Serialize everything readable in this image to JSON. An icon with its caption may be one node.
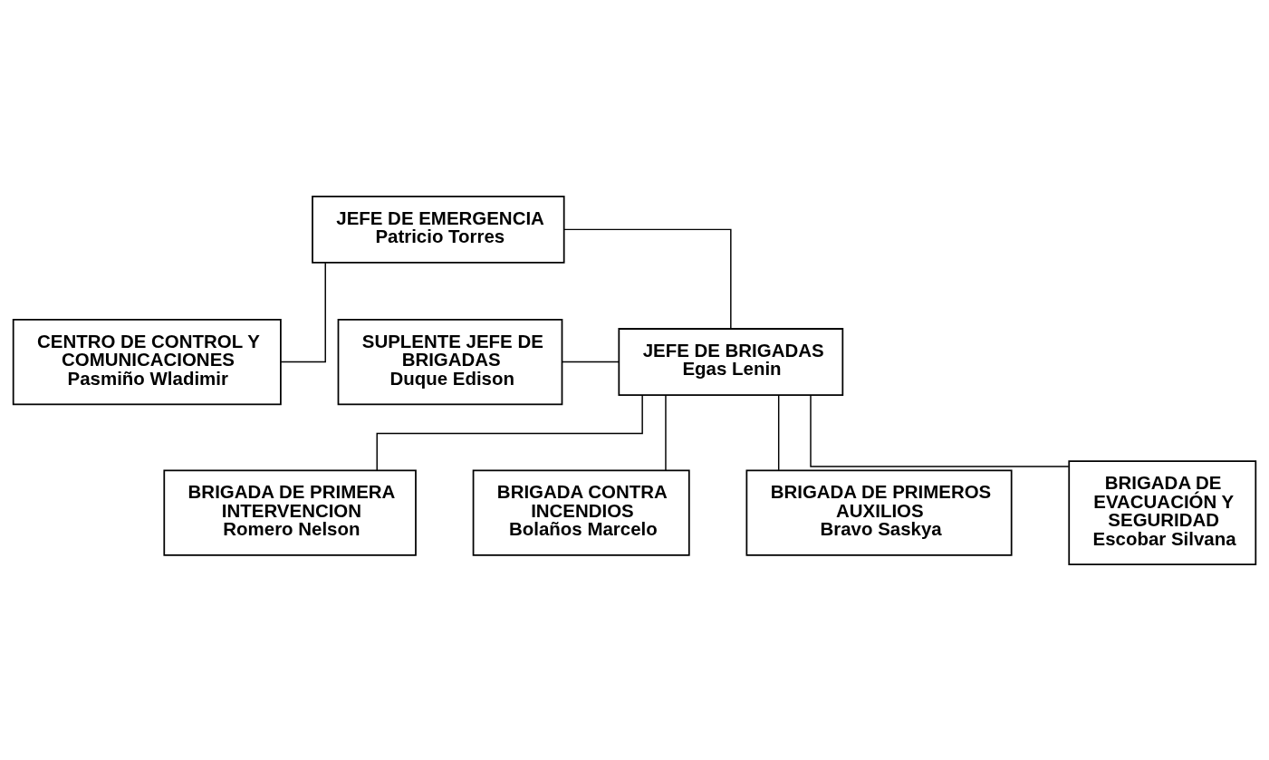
{
  "diagram": {
    "nodes": [
      {
        "text": [
          "JEFE DE EMERGENCIA",
          "Patricio Torres"
        ]
      },
      {
        "text": [
          "CENTRO DE CONTROL Y COMUNICACIONES",
          "Pasmiño Wladimir"
        ]
      },
      {
        "text": [
          "SUPLENTE JEFE DE BRIGADAS",
          "Duque Edison"
        ]
      },
      {
        "text": [
          "JEFE DE BRIGADAS",
          "Egas Lenin"
        ]
      },
      {
        "text": [
          "BRIGADA DE PRIMERA INTERVENCION",
          "Romero Nelson"
        ]
      },
      {
        "text": [
          "BRIGADA CONTRA INCENDIOS",
          "Bolaños Marcelo"
        ]
      },
      {
        "text": [
          "BRIGADA DE PRIMEROS AUXILIOS",
          "Bravo Saskya"
        ]
      },
      {
        "text": [
          "BRIGADA DE EVACUACIÓN Y SEGURIDAD",
          "Escobar Silvana"
        ]
      }
    ],
    "edges": [
      {
        "from": 0,
        "to": 3,
        "arrow": "none"
      },
      {
        "from": 0,
        "to": 1,
        "arrow": "none"
      },
      {
        "from": 2,
        "to": 3,
        "arrow": "none"
      },
      {
        "from": 3,
        "to": 4,
        "arrow": "none"
      },
      {
        "from": 3,
        "to": 5,
        "arrow": "none"
      },
      {
        "from": 3,
        "to": 6,
        "arrow": "none"
      },
      {
        "from": 3,
        "to": 7,
        "arrow": "none"
      }
    ]
  }
}
